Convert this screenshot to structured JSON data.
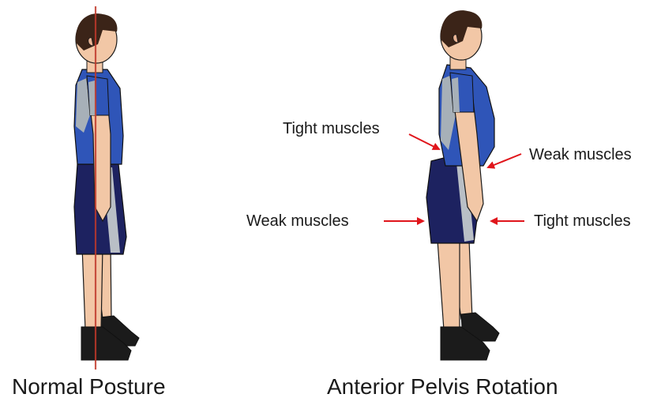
{
  "figures": [
    {
      "caption": "Normal Posture"
    },
    {
      "caption": "Anterior Pelvis Rotation",
      "annotations": {
        "tight_back": "Tight muscles",
        "weak_abdomen": "Weak muscles",
        "weak_glutes": "Weak muscles",
        "tight_hip_flexors": "Tight muscles"
      }
    }
  ],
  "colors": {
    "shirt": "#2f55b8",
    "shirt_side_panel": "#a7b0b8",
    "shorts": "#1d2260",
    "shorts_stripe": "#b9bfc6",
    "skin": "#f2c7a6",
    "hair": "#3b2418",
    "shoes": "#1b1b1b",
    "alignment_line": "#c0392b",
    "arrow": "#e0151b"
  },
  "icons": {
    "arrow": "arrow-icon"
  }
}
